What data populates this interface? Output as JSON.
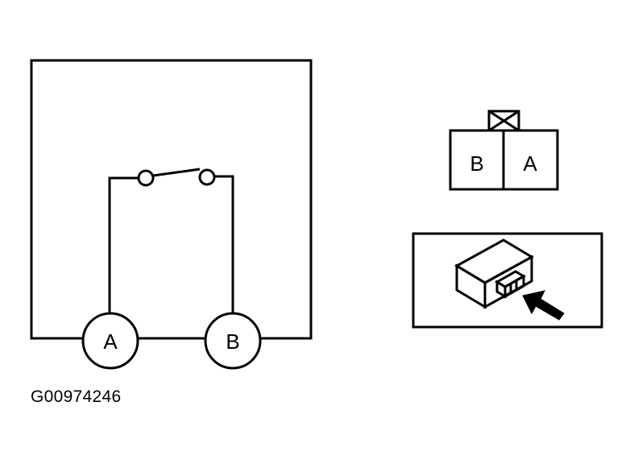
{
  "schematic": {
    "terminal_a": "A",
    "terminal_b": "B"
  },
  "connector_face": {
    "pin_left": "B",
    "pin_right": "A"
  },
  "component_view": {
    "arrow_direction": "points to connector"
  },
  "figure_id": "G00974246"
}
